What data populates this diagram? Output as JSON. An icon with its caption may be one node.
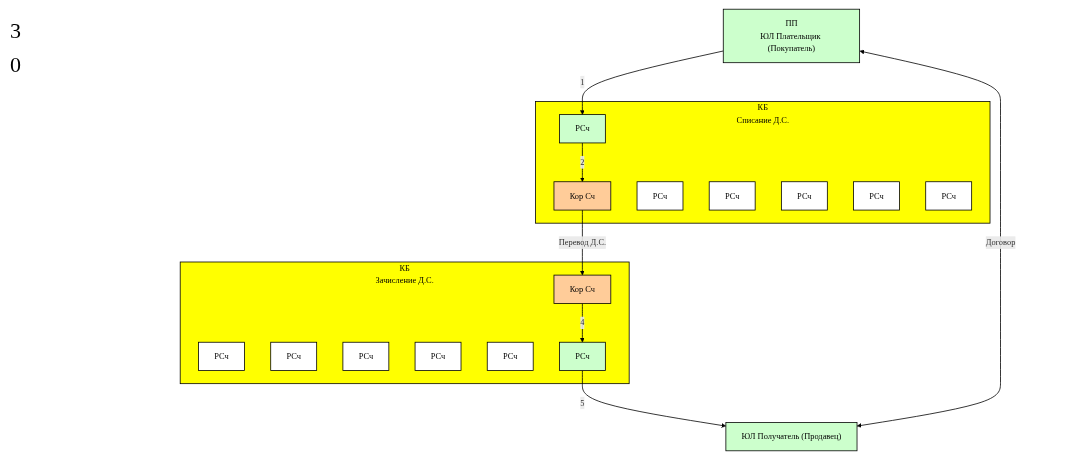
{
  "diagram": {
    "nodes": [
      {
        "text": [
          "КБ",
          "Списание Д.С."
        ]
      },
      {
        "text": [
          "Кор Сч"
        ],
        "in": 0
      },
      {
        "text": [
          "РСч"
        ],
        "in": 0
      },
      {
        "text": [
          "РСч"
        ],
        "in": 0
      },
      {
        "text": [
          "РСч"
        ],
        "in": 0
      },
      {
        "text": [
          "РСч"
        ],
        "in": 0
      },
      {
        "text": [
          "РСч"
        ],
        "in": 0
      },
      {
        "text": [
          "РСч"
        ],
        "in": 0
      },
      {
        "text": [
          "КБ",
          "Зачисление Д.С."
        ]
      },
      {
        "text": [
          "Кор Сч"
        ],
        "in": 8
      },
      {
        "text": [
          "РСч"
        ],
        "in": 8
      },
      {
        "text": [
          "РСч"
        ],
        "in": 8
      },
      {
        "text": [
          "РСч"
        ],
        "in": 8
      },
      {
        "text": [
          "РСч"
        ],
        "in": 8
      },
      {
        "text": [
          "РСч"
        ],
        "in": 8
      },
      {
        "text": [
          "РСч"
        ],
        "in": 8
      },
      {
        "text": [
          "ПП",
          "ЮЛ Плательщик (Покупатель)"
        ]
      },
      {
        "text": [
          "ЮЛ Получатель (Продавец)"
        ]
      }
    ],
    "edges": [
      {
        "from": 16,
        "to": 2,
        "arrow": "to",
        "label": "1"
      },
      {
        "from": 2,
        "to": 1,
        "arrow": "to",
        "label": "2"
      },
      {
        "from": 1,
        "to": 9,
        "arrow": "to",
        "label": "Перевод Д.С."
      },
      {
        "from": 9,
        "to": 15,
        "arrow": "to",
        "label": "4"
      },
      {
        "from": 15,
        "to": 17,
        "arrow": "to",
        "label": "5"
      },
      {
        "from": 16,
        "to": 17,
        "arrow": "both",
        "label": "Договор"
      }
    ],
    "labels": [
      "3",
      "0"
    ]
  }
}
